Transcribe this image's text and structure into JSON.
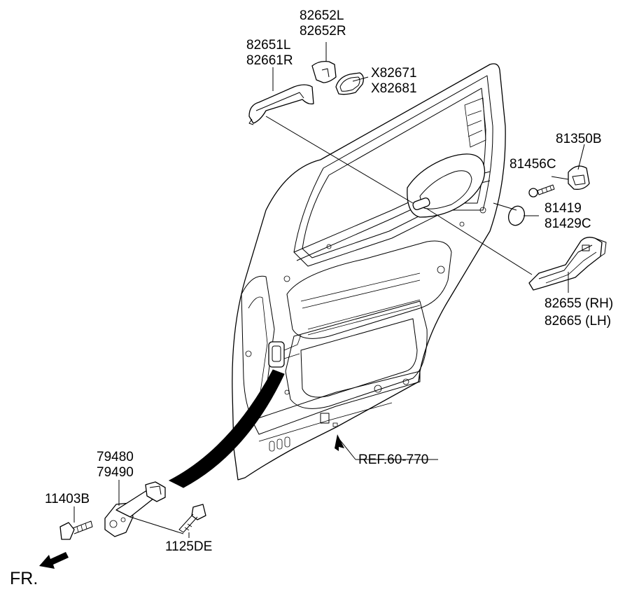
{
  "labels": {
    "p82652": [
      "82652L",
      "82652R"
    ],
    "p82651": [
      "82651L",
      "82661R"
    ],
    "pX82671": [
      "X82671",
      "X82681"
    ],
    "p81350": "81350B",
    "p81456": "81456C",
    "p81419": [
      "81419",
      "81429C"
    ],
    "p82655": [
      "82655 (RH)",
      "82665 (LH)"
    ],
    "p79480": [
      "79480",
      "79490"
    ],
    "p11403": "11403B",
    "p1125": "1125DE",
    "ref": "REF.60-770",
    "fr": "FR."
  }
}
